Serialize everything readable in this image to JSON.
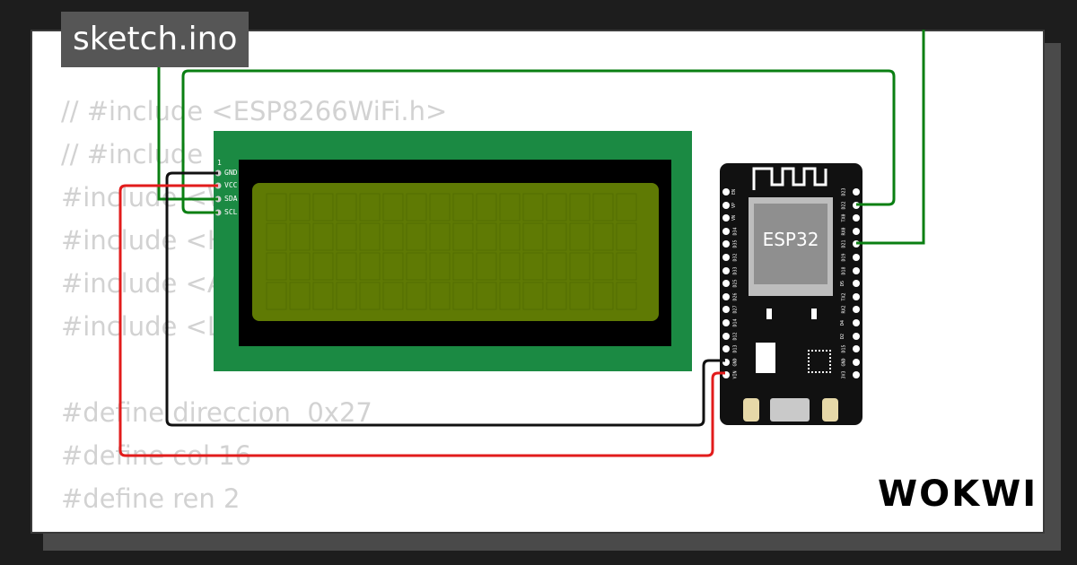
{
  "tab": {
    "filename": "sketch.ino"
  },
  "code": {
    "lines": [
      "// #include <ESP8266WiFi.h>",
      "// #include",
      "#include <W",
      "#include <H",
      "#include <A",
      "#include <L",
      "",
      "#define direccion  0x27",
      "#define col 16",
      "#define ren 2"
    ]
  },
  "lcd": {
    "pin1": "1",
    "pins": [
      "GND",
      "VCC",
      "SDA",
      "SCL"
    ]
  },
  "esp32": {
    "label": "ESP32",
    "left_pins": [
      "EN",
      "VP",
      "VN",
      "D34",
      "D35",
      "D32",
      "D33",
      "D25",
      "D26",
      "D27",
      "D14",
      "D12",
      "D13",
      "GND",
      "VIN"
    ],
    "right_pins": [
      "D23",
      "D22",
      "TX0",
      "RX0",
      "D21",
      "D19",
      "D18",
      "D5",
      "TX2",
      "RX2",
      "D4",
      "D2",
      "D15",
      "GND",
      "3V3"
    ]
  },
  "colors": {
    "wire_green": "#0a7f12",
    "wire_red": "#e21b1b",
    "wire_black": "#111111",
    "lcd_board": "#1b8a43",
    "lcd_screen": "#5f7a04"
  },
  "brand": {
    "logo": "WOKWI"
  }
}
